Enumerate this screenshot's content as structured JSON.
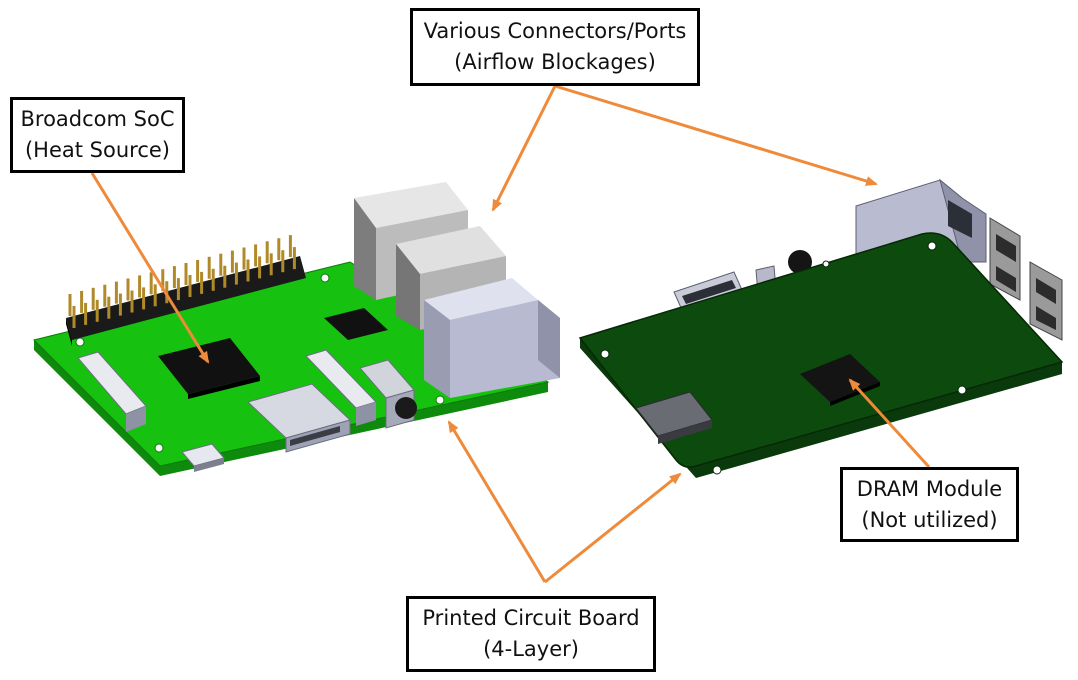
{
  "callouts": {
    "connectors": {
      "line1": "Various Connectors/Ports",
      "line2": "(Airflow Blockages)"
    },
    "soc": {
      "line1": "Broadcom SoC",
      "line2": "(Heat Source)"
    },
    "dram": {
      "line1": "DRAM Module",
      "line2": "(Not utilized)"
    },
    "pcb": {
      "line1": "Printed Circuit Board",
      "line2": "(4-Layer)"
    }
  },
  "colors": {
    "arrow": "#ee8a3a",
    "board_top": "#16c20f",
    "board_bottom": "#0c4a0e",
    "chip": "#111111",
    "connector_gray": "#a9a9b2",
    "usb_blue": "#c3c7e0"
  }
}
